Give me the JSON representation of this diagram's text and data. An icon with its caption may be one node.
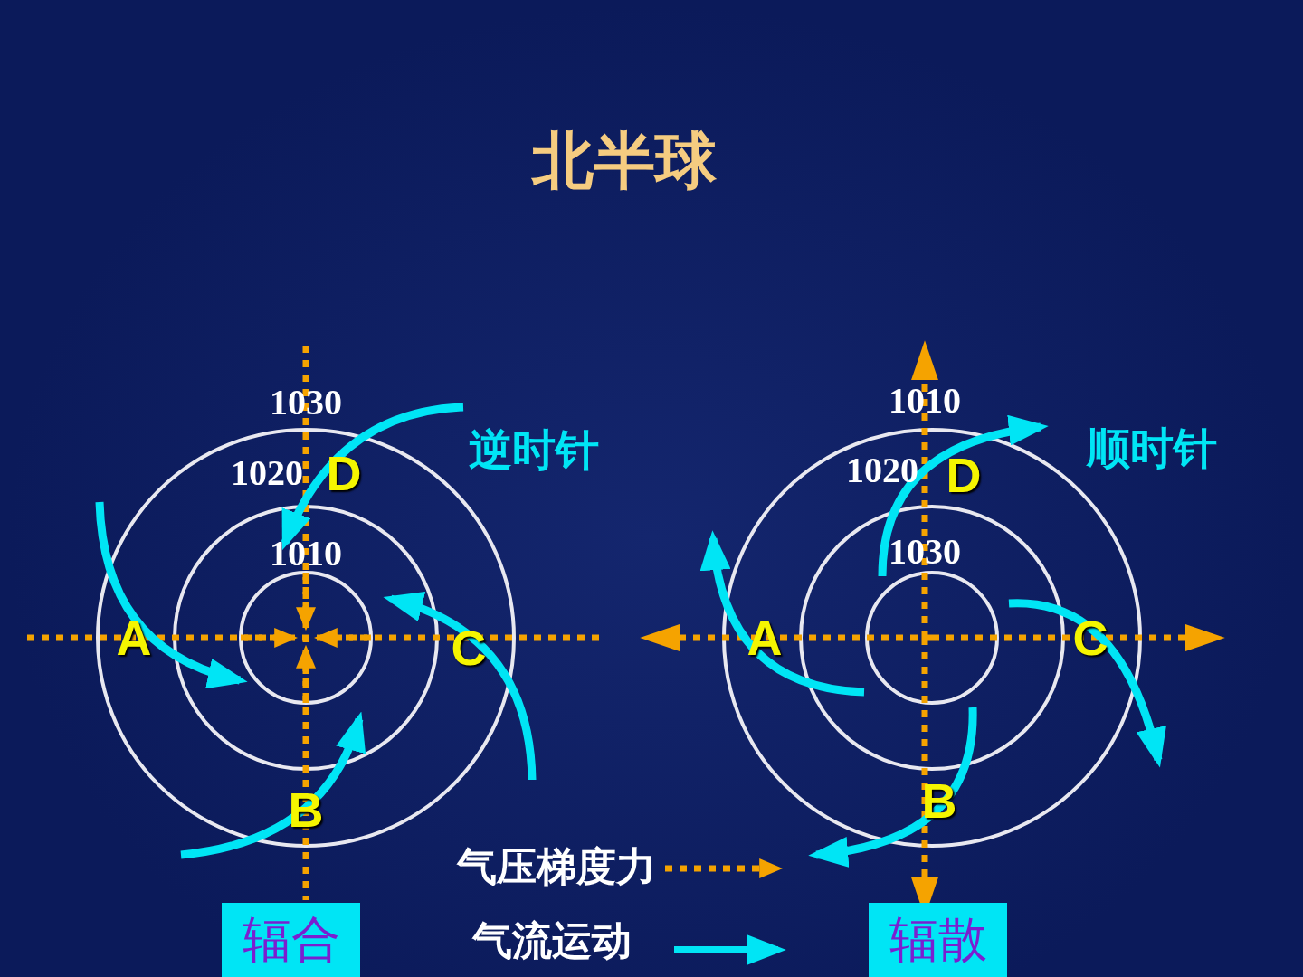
{
  "diagram": {
    "title": "北半球",
    "nodes": [
      {
        "text": [
          "辐合"
        ]
      },
      {
        "text": [
          "辐散"
        ]
      }
    ],
    "labels": [
      "1030",
      "1020",
      "1010",
      "D",
      "A",
      "C",
      "B",
      "逆时针",
      "1010",
      "1020",
      "1030",
      "D",
      "A",
      "C",
      "B",
      "顺时针"
    ],
    "legend": [
      {
        "text": "气压梯度力"
      },
      {
        "text": "气流运动"
      }
    ]
  }
}
